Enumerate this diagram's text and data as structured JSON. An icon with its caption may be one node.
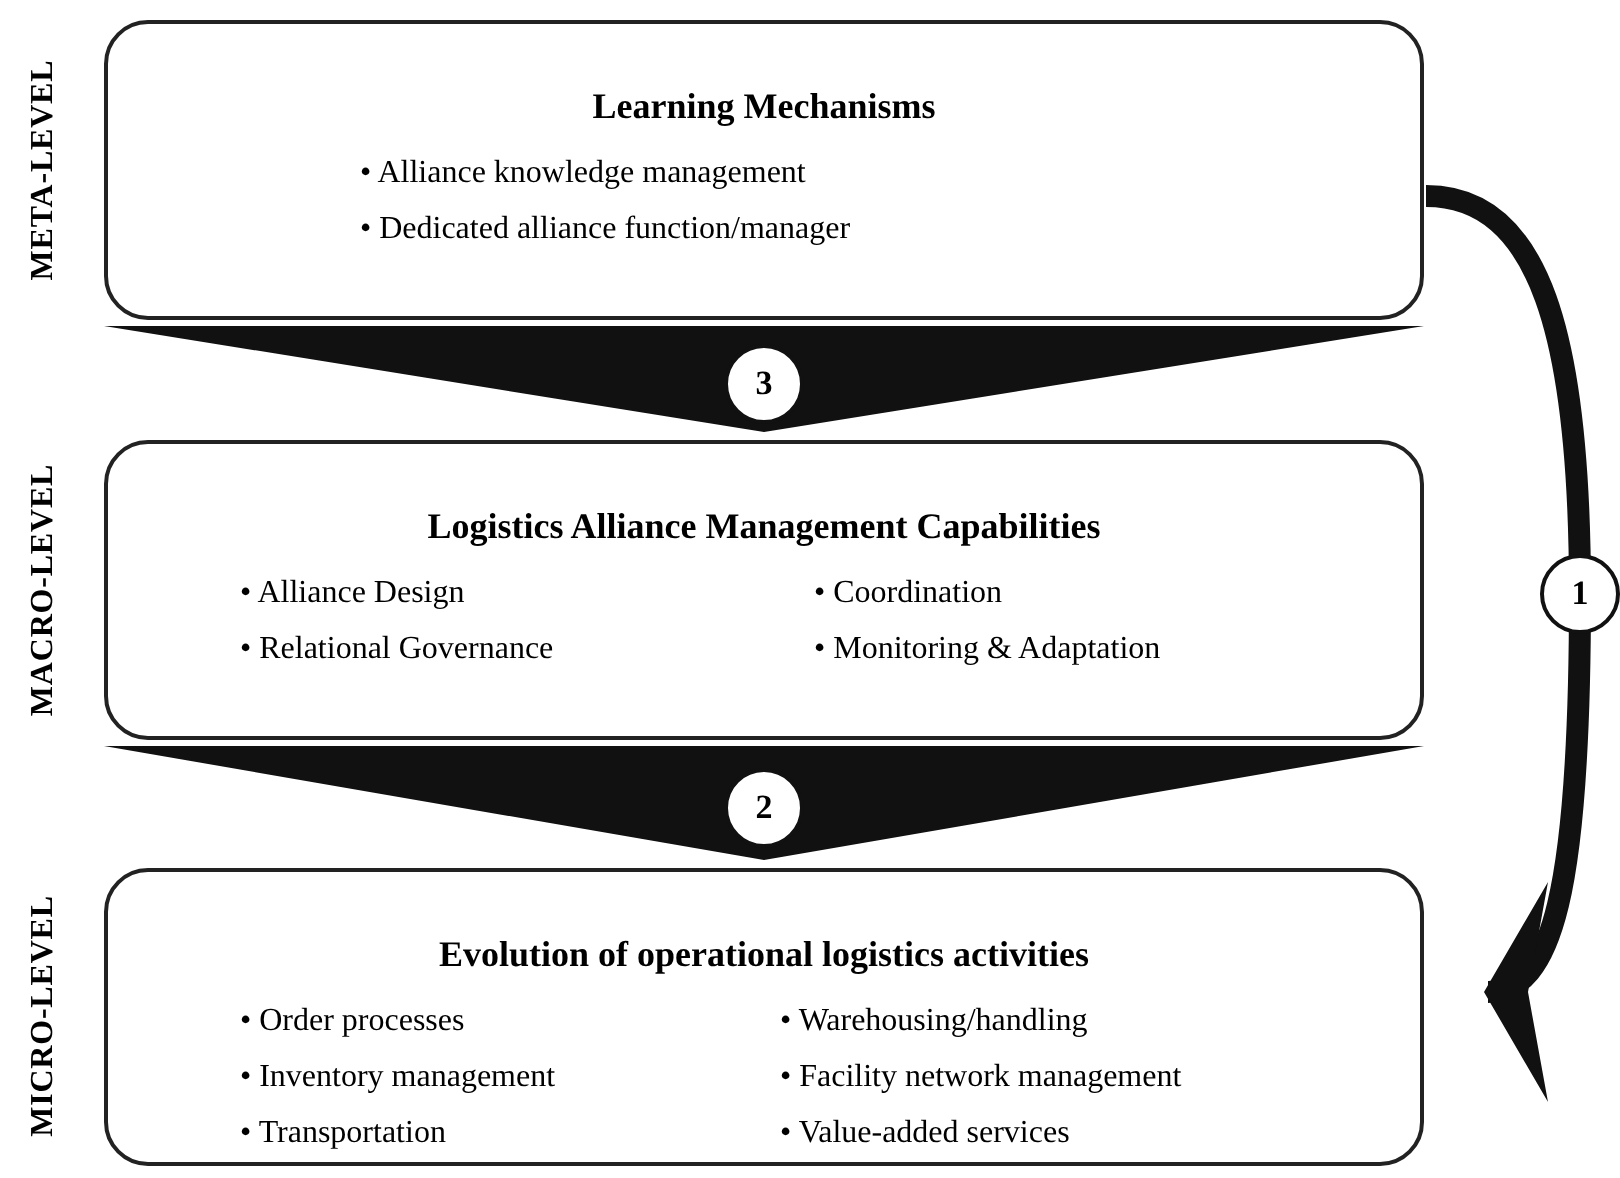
{
  "diagram": {
    "nodes": [
      {
        "text": [
          "Learning Mechanisms",
          "• Alliance knowledge management",
          "• Dedicated alliance function/manager"
        ]
      },
      {
        "text": [
          "Logistics Alliance Management Capabilities",
          "• Alliance Design",
          "• Coordination",
          "• Relational Governance",
          "• Monitoring & Adaptation"
        ]
      },
      {
        "text": [
          "Evolution of operational logistics activities",
          "• Order processes",
          "• Warehousing/handling",
          "• Inventory management",
          "• Facility network management",
          "• Transportation",
          "• Value-added services"
        ]
      }
    ],
    "edges": [
      {
        "from": 0,
        "to": 1,
        "arrow": "to",
        "label": "3"
      },
      {
        "from": 1,
        "to": 2,
        "arrow": "to",
        "label": "2"
      },
      {
        "from": 0,
        "to": 2,
        "arrow": "to",
        "label": "1"
      }
    ],
    "labels": [
      "META-LEVEL",
      "MACRO-LEVEL",
      "MICRO-LEVEL"
    ]
  }
}
